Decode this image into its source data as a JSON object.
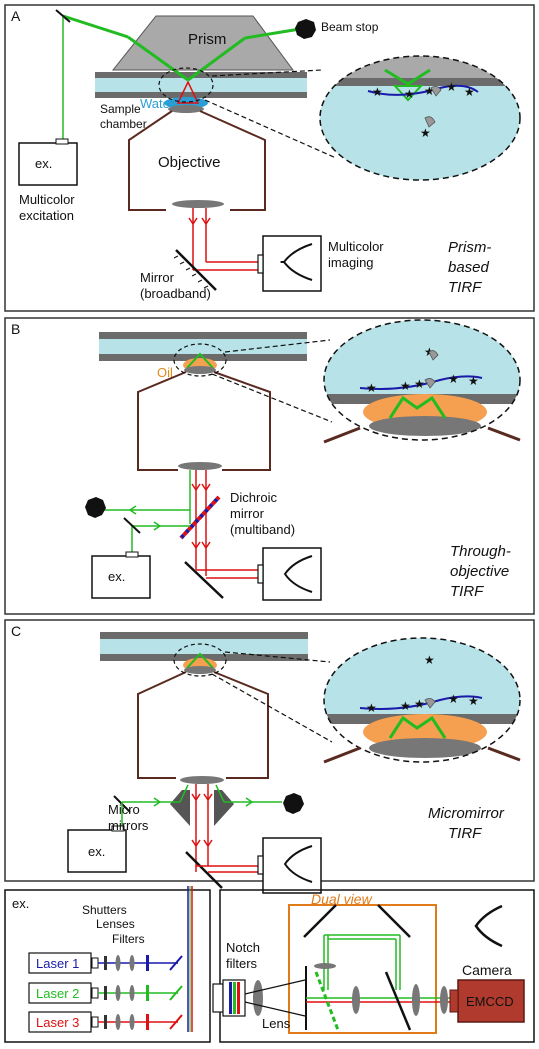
{
  "panels": {
    "A": {
      "letter": "A",
      "prism": "Prism",
      "beam_stop": "Beam stop",
      "sample_chamber_1": "Sample",
      "sample_chamber_2": "chamber",
      "water": "Water",
      "objective": "Objective",
      "ex": "ex.",
      "multicolor_excitation_1": "Multicolor",
      "multicolor_excitation_2": "excitation",
      "mirror_1": "Mirror",
      "mirror_2": "(broadband)",
      "multicolor_imaging_1": "Multicolor",
      "multicolor_imaging_2": "imaging",
      "method_1": "Prism-",
      "method_2": "based",
      "method_3": "TIRF"
    },
    "B": {
      "letter": "B",
      "oil": "Oil",
      "dichroic_1": "Dichroic",
      "dichroic_2": "mirror",
      "dichroic_3": "(multiband)",
      "ex": "ex.",
      "method_1": "Through-",
      "method_2": "objective",
      "method_3": "TIRF"
    },
    "C": {
      "letter": "C",
      "micro_1": "Micro",
      "micro_2": "mirrors",
      "ex": "ex.",
      "method_1": "Micromirror",
      "method_2": "TIRF"
    },
    "laser_box": {
      "ex": "ex.",
      "shutters": "Shutters",
      "lenses": "Lenses",
      "filters": "Filters",
      "lasers": [
        "Laser 1",
        "Laser 2",
        "Laser 3"
      ]
    },
    "detection": {
      "dual_view": "Dual view",
      "notch_1": "Notch",
      "notch_2": "filters",
      "lens": "Lens",
      "camera": "Camera",
      "emccd": "EMCCD"
    }
  },
  "colors": {
    "green": "#22bb22",
    "red": "#dd1111",
    "blue": "#1a1aaa",
    "water": "#b6e2e8",
    "glass": "#6b6b6b",
    "objective": "#5a2a20",
    "oil": "#f5a050",
    "prism": "#a9a9a9",
    "dual_view": "#e07b1a",
    "emccd": "#b03a2e",
    "water_label": "#2a9fd6",
    "oil_label": "#e08a20"
  }
}
